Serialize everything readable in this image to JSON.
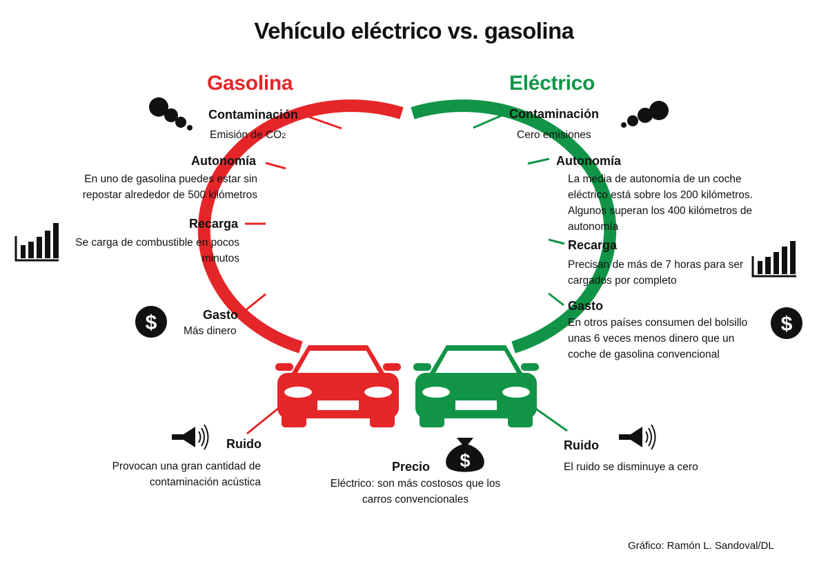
{
  "title": "Vehículo eléctrico vs. gasolina",
  "colors": {
    "gasolina": "#e52629",
    "electrico": "#119447",
    "text": "#111111"
  },
  "gasolina": {
    "label": "Gasolina",
    "contaminacion": {
      "heading": "Contaminación",
      "text_main": "Emisión de CO",
      "text_sub": "2"
    },
    "autonomia": {
      "heading": "Autonomía",
      "lines": [
        "En uno de gasolina puedes estar sin",
        "repostar alrededor de 500 kilómetros"
      ]
    },
    "recarga": {
      "heading": "Recarga",
      "lines": [
        "Se carga de combustible en pocos",
        "minutos"
      ]
    },
    "gasto": {
      "heading": "Gasto",
      "lines": [
        "Más dinero"
      ]
    },
    "ruido": {
      "heading": "Ruido",
      "lines": [
        "Provocan una gran cantidad de",
        "contaminación acústica"
      ]
    }
  },
  "electrico": {
    "label": "Eléctrico",
    "contaminacion": {
      "heading": "Contaminación",
      "lines": [
        "Cero emisiones"
      ]
    },
    "autonomia": {
      "heading": "Autonomía",
      "lines": [
        "La media de autonomía de un coche",
        "eléctrico está sobre los 200 kilómetros.",
        "Algunos superan los 400 kilómetros de",
        "autonomía"
      ]
    },
    "recarga": {
      "heading": "Recarga",
      "lines": [
        "Precisan de más de 7 horas para ser",
        "cargados por completo"
      ]
    },
    "gasto": {
      "heading": "Gasto",
      "lines": [
        "En otros países consumen del bolsillo",
        "unas 6 veces menos dinero que un",
        "coche de gasolina convencional"
      ]
    },
    "ruido": {
      "heading": "Ruido",
      "lines": [
        "El ruido se disminuye a cero"
      ]
    }
  },
  "precio": {
    "heading": "Precio",
    "lines": [
      "Eléctrico: son más costosos que los",
      "carros convencionales"
    ]
  },
  "icons": {
    "money_symbol": "$",
    "list": [
      "smoke-icon",
      "bar-chart-icon",
      "dollar-icon",
      "speaker-icon",
      "money-bag-icon",
      "car-icon"
    ]
  },
  "credit": "Gráfico: Ramón L. Sandoval/DL"
}
